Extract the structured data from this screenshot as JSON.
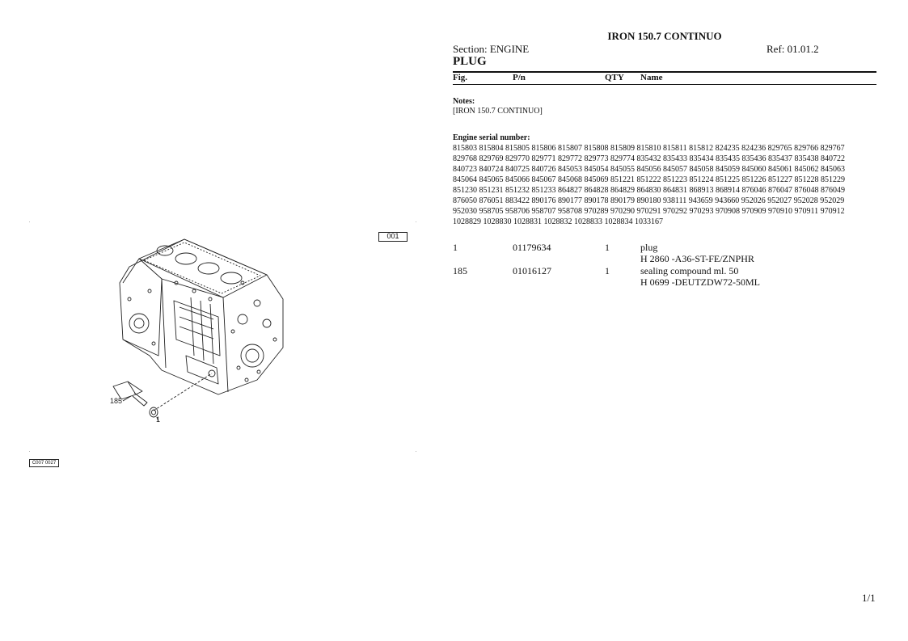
{
  "header": {
    "title": "IRON 150.7 CONTINUO",
    "section": "Section: ENGINE",
    "ref": "Ref: 01.01.2",
    "group": "PLUG"
  },
  "columns": [
    "Fig.",
    "P/n",
    "QTY",
    "Name"
  ],
  "notes": {
    "label": "Notes:",
    "text": "[IRON 150.7 CONTINUO]"
  },
  "serial": {
    "label": "Engine serial number:",
    "lines": [
      "815803 815804 815805 815806 815807 815808 815809 815810 815811 815812 824235 824236 829765 829766 829767",
      "829768 829769 829770 829771 829772 829773 829774 835432 835433 835434 835435 835436 835437 835438 840722",
      "840723 840724 840725 840726 845053 845054 845055 845056 845057 845058 845059 845060 845061 845062 845063",
      "845064 845065 845066 845067 845068 845069 851221 851222 851223 851224 851225 851226 851227 851228 851229",
      "851230 851231 851232 851233 864827 864828 864829 864830 864831 868913 868914 876046 876047 876048 876049",
      "876050 876051 883422 890176 890177 890178 890179 890180 938111 943659 943660 952026 952027 952028 952029",
      "952030 958705 958706 958707 958708 970289 970290 970291 970292 970293 970908 970909 970910 970911 970912",
      "1028829 1028830 1028831 1028832 1028833 1028834 1033167"
    ]
  },
  "parts": [
    {
      "fig": "1",
      "pn": "01179634",
      "qty": "1",
      "name": "plug",
      "desc": "H 2860 -A36-ST-FE/ZNPHR"
    },
    {
      "fig": "185",
      "pn": "01016127",
      "qty": "1",
      "name": "sealing compound ml. 50",
      "desc": "H 0699 -DEUTZDW72-50ML"
    }
  ],
  "drawing": {
    "code": "001",
    "ref_code": "C007 0027",
    "callout_185": "185",
    "callout_1": "1"
  },
  "page": "1/1"
}
